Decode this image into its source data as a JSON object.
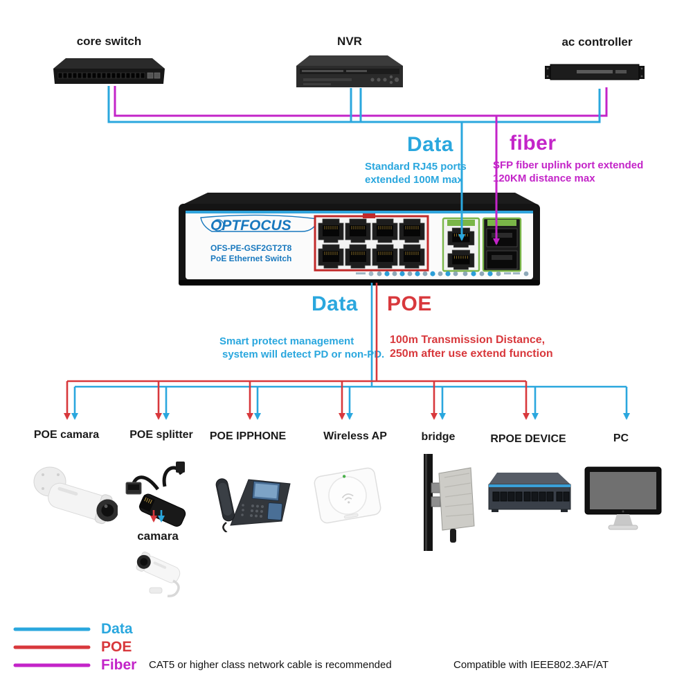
{
  "colors": {
    "data_cyan": "#2AA7DE",
    "poe_red": "#D8383C",
    "fiber_magenta": "#C324C8",
    "brand_blue": "#1878BE",
    "port_box_red": "#C22A2A",
    "port_box_green": "#7AB648"
  },
  "top_devices": {
    "core_switch": "core switch",
    "nvr": "NVR",
    "ac_controller": "ac controller"
  },
  "uplink_annotations": {
    "data_title": "Data",
    "data_desc1": "Standard RJ45 ports",
    "data_desc2": "extended 100M max",
    "fiber_title": "fiber",
    "fiber_desc1": "SFP fiber uplink port extended",
    "fiber_desc2": "120KM distance max"
  },
  "switch": {
    "brand": "OPTFOCUS",
    "model": "OFS-PE-GSF2GT2T8",
    "type": "PoE Ethernet Switch"
  },
  "downlink_annotations": {
    "data_title": "Data",
    "poe_title": "POE",
    "data_desc1": "Smart protect management",
    "data_desc2": "system will detect PD or non-PD.",
    "poe_desc1": "100m Transmission Distance,",
    "poe_desc2": "250m after use extend function"
  },
  "devices": {
    "poe_camera": "POE camara",
    "poe_splitter": "POE splitter",
    "poe_ipphone": "POE IPPHONE",
    "wireless_ap": "Wireless AP",
    "bridge": "bridge",
    "rpoe_device": "RPOE DEVICE",
    "pc": "PC",
    "camera_child": "camara"
  },
  "legend": {
    "data": "Data",
    "poe": "POE",
    "fiber": "Fiber"
  },
  "footer": {
    "cable_note": "CAT5 or higher class network cable is recommended",
    "compat_note": "Compatible with IEEE802.3AF/AT"
  }
}
